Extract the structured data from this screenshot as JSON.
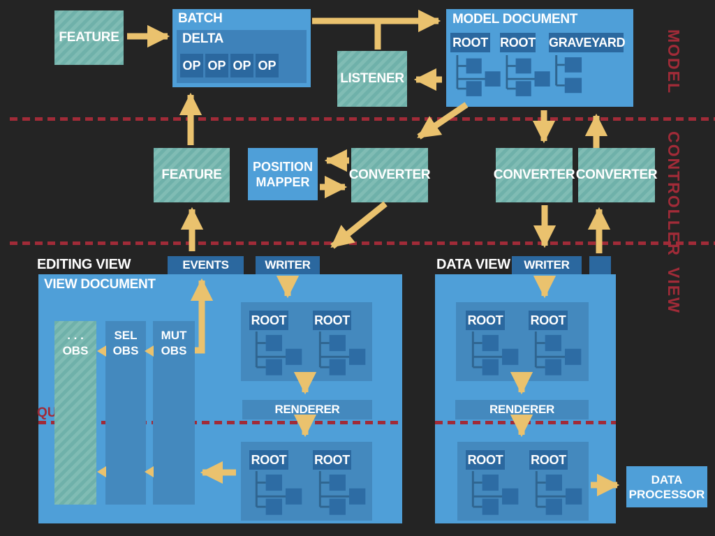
{
  "colors": {
    "background": "#242424",
    "box_blue": "#4F9FD8",
    "panel_blue": "#3E82BA",
    "dark_blue": "#2B689F",
    "container_blue": "#4489BE",
    "tree_square": "#2D6CA4",
    "teal": "#6FB1AA",
    "teal_stripe": "#80BCB4",
    "arrow_yellow": "#EAC26E",
    "accent_red": "#A12B38",
    "text": "#FFFFFF"
  },
  "side_labels": {
    "model": "MODEL",
    "controller": "CONTROLLER",
    "view": "VIEW"
  },
  "model": {
    "feature": "FEATURE",
    "batch": {
      "title": "BATCH",
      "delta": "DELTA",
      "ops": [
        "OP",
        "OP",
        "OP",
        "OP"
      ]
    },
    "listener": "LISTENER",
    "document": {
      "title": "MODEL DOCUMENT",
      "roots": [
        "ROOT",
        "ROOT",
        "GRAVEYARD"
      ]
    }
  },
  "controller": {
    "feature": "FEATURE",
    "position_mapper": {
      "line1": "POSITION",
      "line2": "MAPPER"
    },
    "converter_left": "CONVERTER",
    "converter_mid": "CONVERTER",
    "converter_right": "CONVERTER"
  },
  "editing_view": {
    "label": "EDITING VIEW",
    "events": "EVENTS",
    "writer": "WRITER",
    "document_title": "VIEW DOCUMENT",
    "observers": [
      {
        "line1": ". . .",
        "line2": "OBS"
      },
      {
        "line1": "SEL",
        "line2": "OBS"
      },
      {
        "line1": "MUT",
        "line2": "OBS"
      }
    ],
    "quirks": "QUIRKS",
    "top_roots": [
      "ROOT",
      "ROOT"
    ],
    "renderer": "RENDERER",
    "bottom_roots": [
      "ROOT",
      "ROOT"
    ]
  },
  "data_view": {
    "label": "DATA VIEW",
    "writer": "WRITER",
    "top_roots": [
      "ROOT",
      "ROOT"
    ],
    "renderer": "RENDERER",
    "bottom_roots": [
      "ROOT",
      "ROOT"
    ],
    "processor": {
      "line1": "DATA",
      "line2": "PROCESSOR"
    }
  }
}
